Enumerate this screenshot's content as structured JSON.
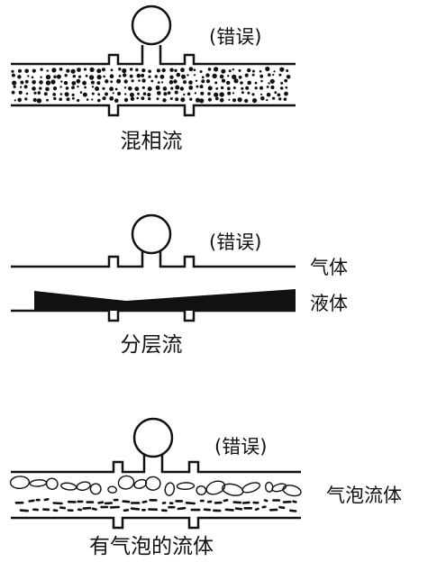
{
  "diagrams": [
    {
      "id": "mixed",
      "caption": "混相流",
      "status_label": "(错误)"
    },
    {
      "id": "stratified",
      "caption": "分层流",
      "status_label": "(错误)",
      "layer_labels": {
        "gas": "气体",
        "liquid": "液体"
      }
    },
    {
      "id": "bubbly",
      "caption": "有气泡的流体",
      "status_label": "(错误)",
      "side_label": "气泡流体"
    }
  ],
  "colors": {
    "line": "#111111",
    "background": "#ffffff"
  }
}
